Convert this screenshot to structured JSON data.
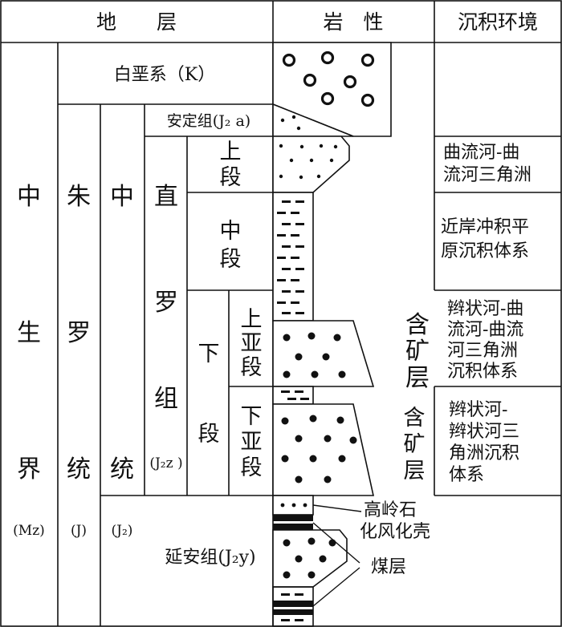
{
  "header": {
    "strata": "地　　层",
    "lithology": "岩　性",
    "environment": "沉积环境"
  },
  "erathem": {
    "chars": [
      "中",
      "生",
      "界"
    ],
    "code": "(Mz)"
  },
  "system": {
    "chars": [
      "朱",
      "罗",
      "统"
    ],
    "code": "(J)"
  },
  "series": {
    "chars": [
      "中",
      "统"
    ],
    "code": "(J₂)"
  },
  "cretaceous": "白垩系（K）",
  "anding": "安定组(J₂ a)",
  "zhiluo": {
    "chars": [
      "直",
      "罗",
      "组"
    ],
    "code": "(J₂z )"
  },
  "members": {
    "upper": [
      "上",
      "段"
    ],
    "middle": [
      "中",
      "段"
    ],
    "lower": [
      "下",
      "段"
    ],
    "upper_sub": [
      "上",
      "亚",
      "段"
    ],
    "lower_sub": [
      "下",
      "亚",
      "段"
    ]
  },
  "yanan": "延安组(J₂y)",
  "ore_bearing": [
    "含",
    "矿",
    "层"
  ],
  "annotations": {
    "kaolin": [
      "高岭石",
      "化风化壳"
    ],
    "coal": "煤层"
  },
  "environments": {
    "upper": [
      "曲流河-曲",
      "流河三角洲"
    ],
    "middle": [
      "近岸冲积平",
      "原沉积体系"
    ],
    "lower_upper": [
      "辫状河-曲",
      "流河-曲流",
      "河三角洲",
      "沉积体系"
    ],
    "lower_lower": [
      "辫状河-",
      "辫状河三",
      "角洲沉积",
      "体系"
    ]
  },
  "colors": {
    "line": "#111111",
    "fill": "#ffffff"
  }
}
